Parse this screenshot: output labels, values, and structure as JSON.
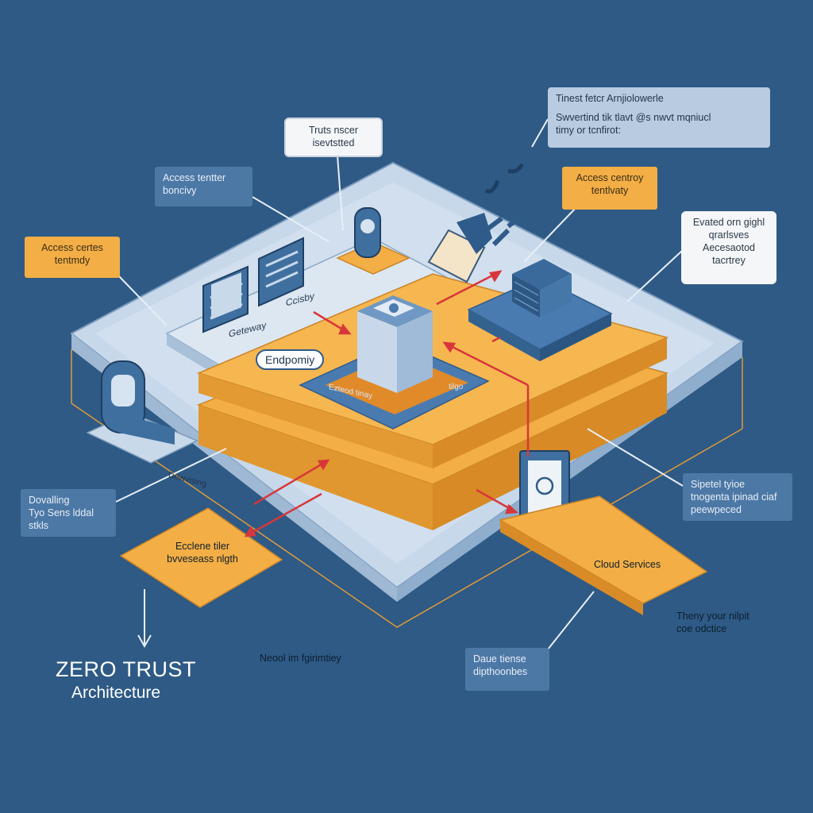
{
  "colors": {
    "background": "#2e5a85",
    "platform": "#b9cde3",
    "orange_layer": "#f3ae45",
    "accent_red": "#d8363a",
    "server_blue": "#4a7bb0"
  },
  "title": {
    "line1": "ZERO TRUST",
    "line2": "Architecture"
  },
  "callouts": {
    "trust_never": [
      "Truts nscer",
      "isevtstted"
    ],
    "access_top_left": [
      "Access tentter",
      "boncivy"
    ],
    "access_left": [
      "Access certes",
      "tentmdy"
    ],
    "top_right_panel": [
      "Tinest fetcr Arnjiolowerle",
      "Swvertind tik tlavt @s nwvt mqniucl",
      "timy or tcnfirot:"
    ],
    "access_right": [
      "Access centroy",
      "tentlvaty"
    ],
    "evaluated": [
      "Evated orn gighl",
      "qrarlsves",
      "Aecesaotod",
      "tacrtrey"
    ],
    "devaling": [
      "Dovalling",
      "Tyo Sens lddal",
      "stkls"
    ],
    "orange_bottom_left": [
      "Ecclene tiler",
      "bvveseass nlgth"
    ],
    "cloud_services": [
      "Cloud Services"
    ],
    "sipetel": [
      "Sipetel tyioe",
      "tnogenta ipinad ciaf",
      "peewpeced"
    ],
    "theory": [
      "Theny your nilpit",
      "coe odctice"
    ],
    "daue": [
      "Daue tiense",
      "dipthoonbes"
    ],
    "neool": [
      "Neool im fgirimtiey"
    ]
  },
  "labels": {
    "gateway": "Geteway",
    "ccrlsby": "Ccisby",
    "endpoint": "Endpomiy",
    "ezteod": "Ezteod tinay",
    "tillgo": "tilgo",
    "dewising": "Dewvising"
  },
  "icons": [
    "lock-terminal-icon",
    "document-stack-icon",
    "server-rack-icon",
    "data-cube-icon",
    "person-badge-icon",
    "shield-device-icon",
    "chart-board-icon"
  ]
}
